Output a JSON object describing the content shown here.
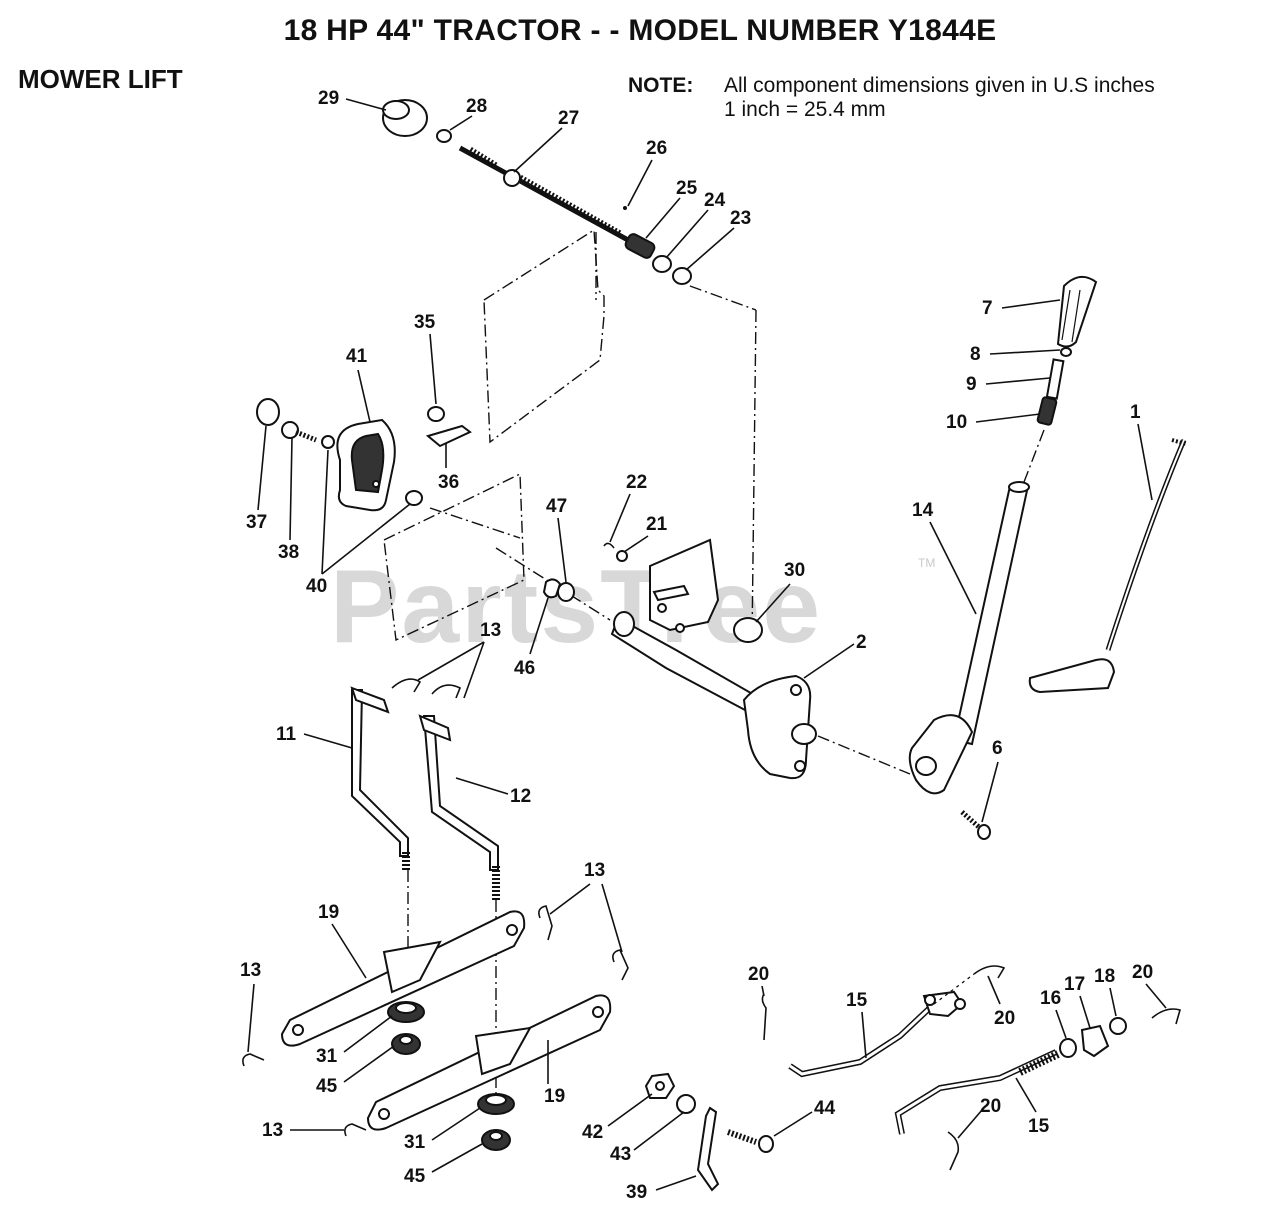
{
  "header": {
    "title": "18 HP 44\" TRACTOR - - MODEL NUMBER Y1844E",
    "section": "MOWER LIFT"
  },
  "note": {
    "label": "NOTE:",
    "line1": "All component dimensions given in U.S  inches",
    "line2": "1 inch = 25.4 mm"
  },
  "watermark": {
    "text": "PartsTree",
    "tm": "TM"
  },
  "callouts": {
    "c1": "1",
    "c2": "2",
    "c6": "6",
    "c7": "7",
    "c8": "8",
    "c9": "9",
    "c10": "10",
    "c11": "11",
    "c12": "12",
    "c13a": "13",
    "c13b": "13",
    "c13c": "13",
    "c13d": "13",
    "c14": "14",
    "c15a": "15",
    "c15b": "15",
    "c16": "16",
    "c17": "17",
    "c18": "18",
    "c19a": "19",
    "c19b": "19",
    "c20a": "20",
    "c20b": "20",
    "c20c": "20",
    "c20d": "20",
    "c21": "21",
    "c22": "22",
    "c23": "23",
    "c24": "24",
    "c25": "25",
    "c26": "26",
    "c27": "27",
    "c28": "28",
    "c29": "29",
    "c30": "30",
    "c31a": "31",
    "c31b": "31",
    "c35": "35",
    "c36": "36",
    "c37": "37",
    "c38": "38",
    "c39": "39",
    "c40": "40",
    "c41": "41",
    "c42": "42",
    "c43": "43",
    "c44": "44",
    "c45a": "45",
    "c45b": "45",
    "c46": "46",
    "c47": "47"
  }
}
